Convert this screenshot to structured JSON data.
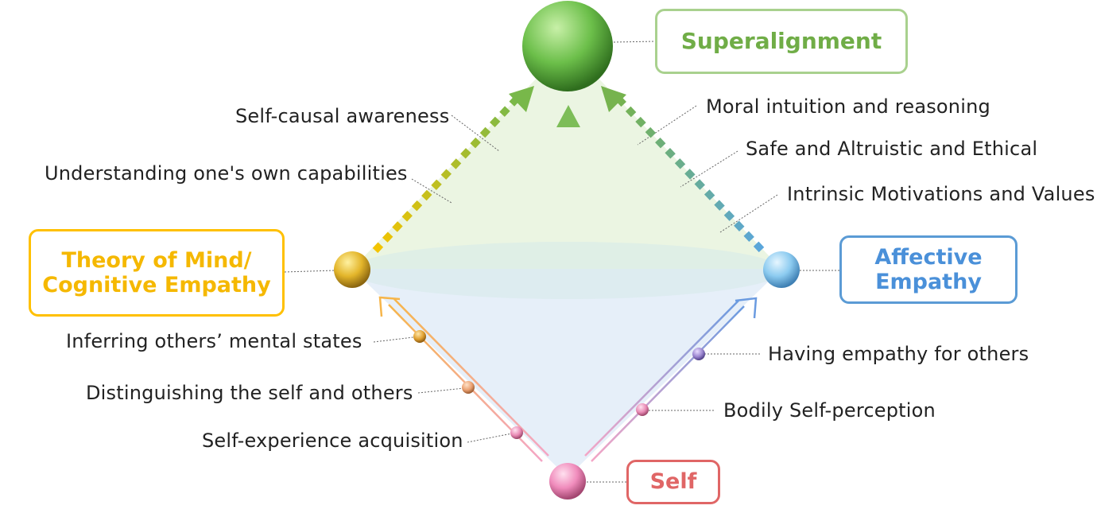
{
  "nodes": {
    "superalignment": {
      "label": "Superalignment",
      "color": "#70ad47"
    },
    "theory_of_mind": {
      "label_line1": "Theory of Mind/",
      "label_line2": "Cognitive Empathy",
      "color": "#ffc000"
    },
    "affective_empathy": {
      "label_line1": "Affective",
      "label_line2": "Empathy",
      "color": "#5b9bd5"
    },
    "self": {
      "label": "Self",
      "color": "#e06666"
    }
  },
  "labels": {
    "self_causal_awareness": "Self-causal awareness",
    "understanding_capabilities": "Understanding one's own capabilities",
    "moral_intuition": "Moral intuition and reasoning",
    "safe_altruistic": "Safe and Altruistic and Ethical",
    "intrinsic_motivations": "Intrinsic Motivations and Values",
    "inferring_others": "Inferring others’ mental states",
    "distinguishing_self": "Distinguishing the self and others",
    "self_experience": "Self-experience acquisition",
    "having_empathy": "Having empathy for others",
    "bodily_self": "Bodily Self-perception"
  }
}
